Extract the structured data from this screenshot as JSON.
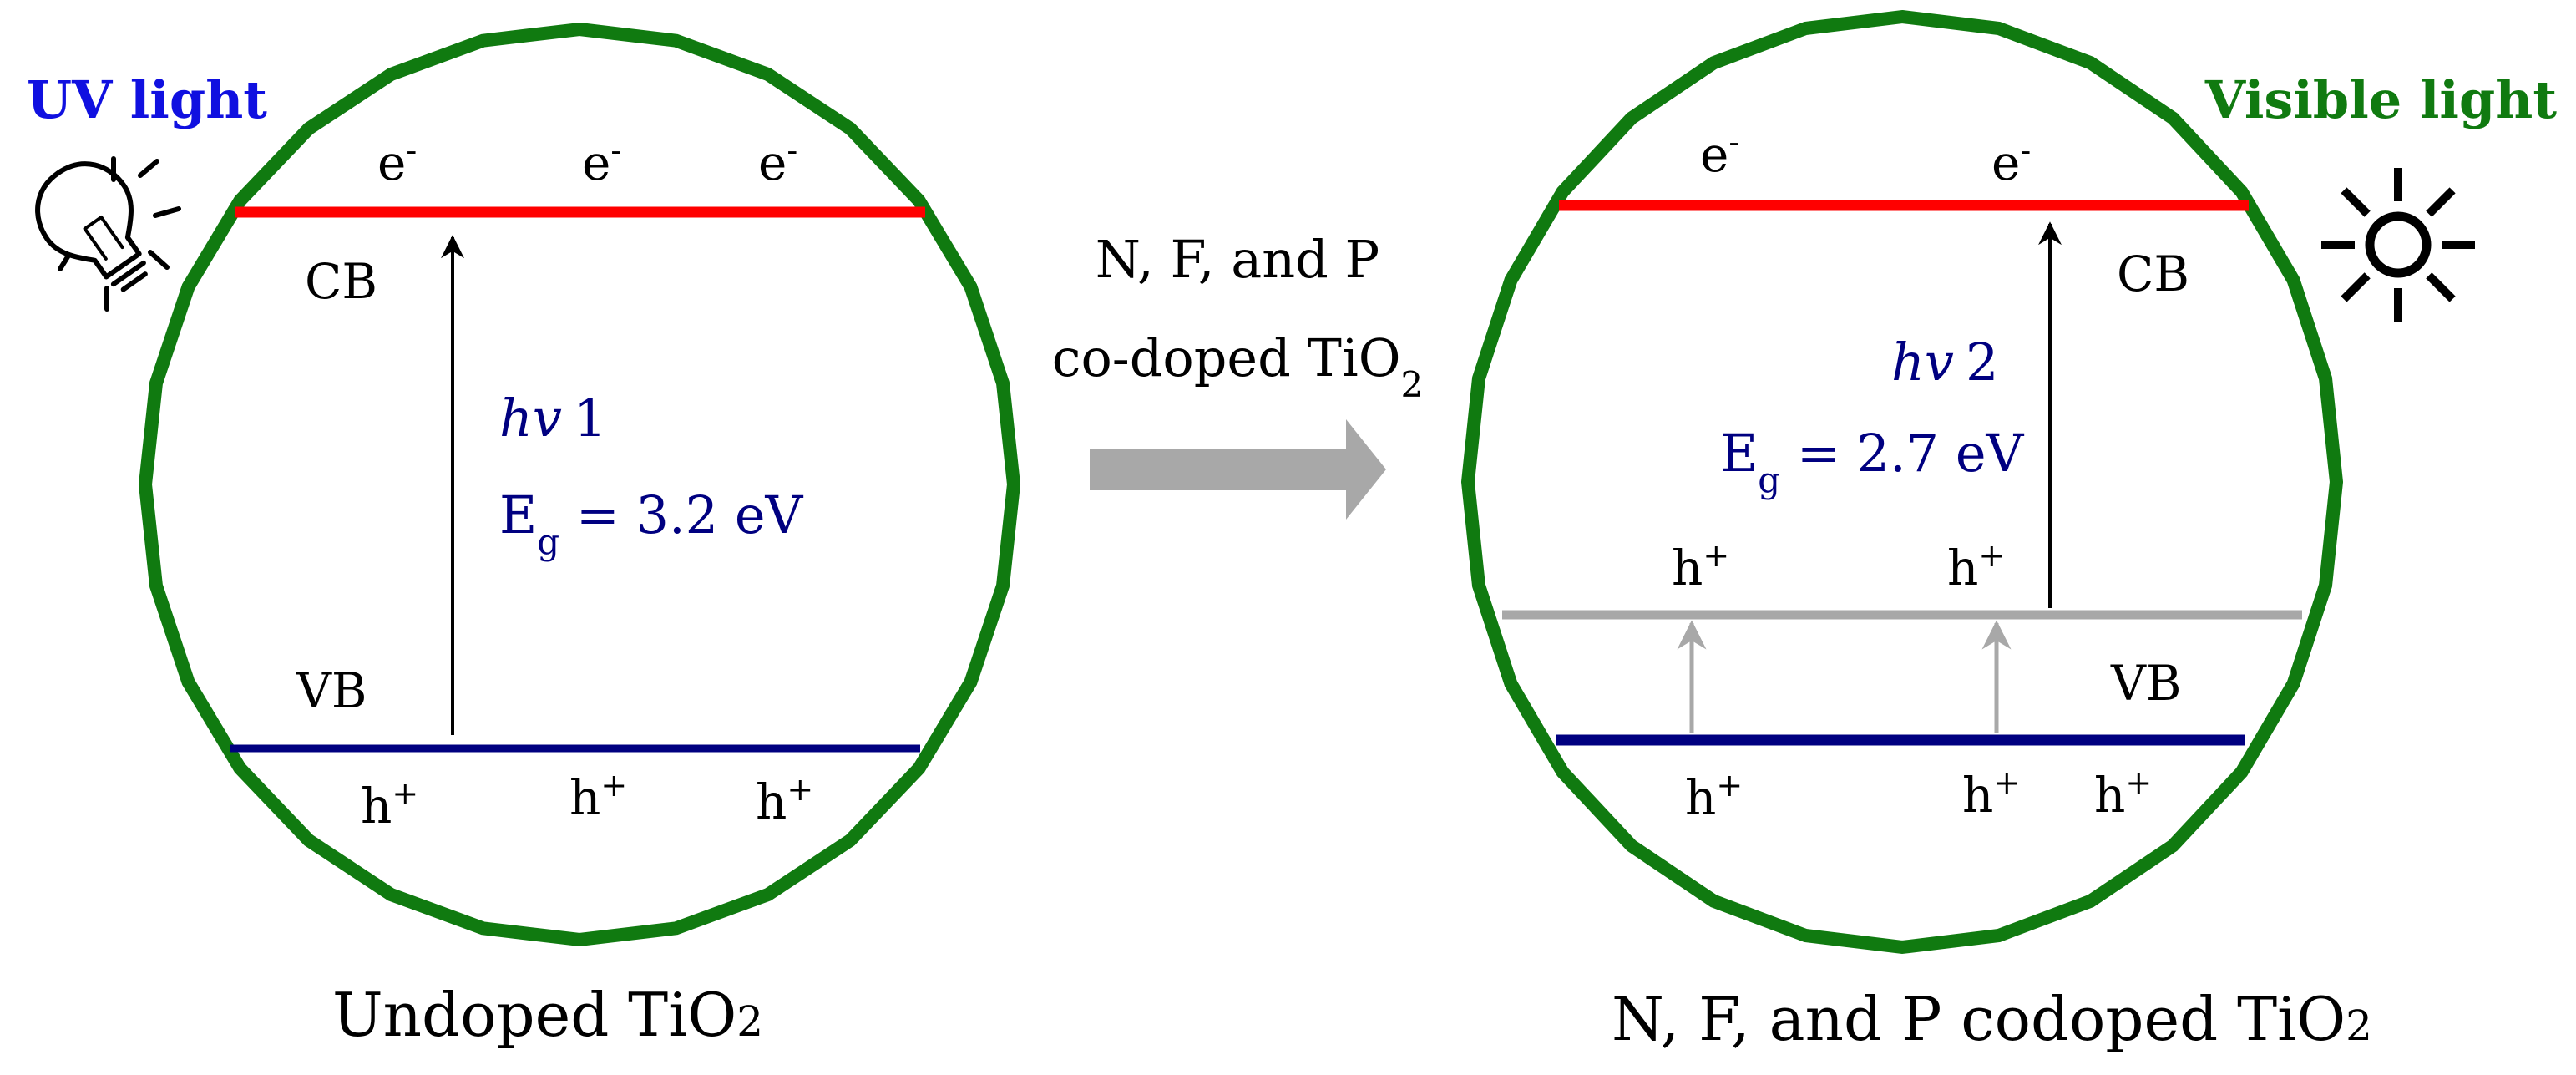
{
  "colors": {
    "circle": "#107a10",
    "cb": "#ff0000",
    "vb": "#000080",
    "mid": "#a8a8a8",
    "eg_text": "#000080",
    "uv_label": "#1010e0",
    "vis_label": "#107a10",
    "process_arrow": "#a8a8a8",
    "text": "#000000"
  },
  "left": {
    "light_label": "UV light",
    "light_icon": "lightbulb-icon",
    "electrons": [
      "e",
      "e",
      "e"
    ],
    "electron_sup": "-",
    "cb_label": "CB",
    "vb_label": "VB",
    "hv_italic": "hv",
    "hv_num": "1",
    "eg_main": "E",
    "eg_sub": "g",
    "eg_value": " = 3.2 eV",
    "holes": [
      "h",
      "h",
      "h"
    ],
    "hole_sup": "+",
    "caption_main": "Undoped TiO",
    "caption_sub": "2"
  },
  "process": {
    "line1": "N, F, and P",
    "line2_main": "co-doped TiO",
    "line2_sub": "2"
  },
  "right": {
    "light_label": "Visible light",
    "light_icon": "sun-icon",
    "electrons": [
      "e",
      "e"
    ],
    "electron_sup": "-",
    "cb_label": "CB",
    "vb_label": "VB",
    "hv_italic": "hv",
    "hv_num": "2",
    "eg_main": "E",
    "eg_sub": "g",
    "eg_value": " = 2.7 eV",
    "mid_holes": [
      "h",
      "h"
    ],
    "holes": [
      "h",
      "h",
      "h"
    ],
    "hole_sup": "+",
    "caption_main": "N, F, and P codoped TiO",
    "caption_sub": "2"
  }
}
